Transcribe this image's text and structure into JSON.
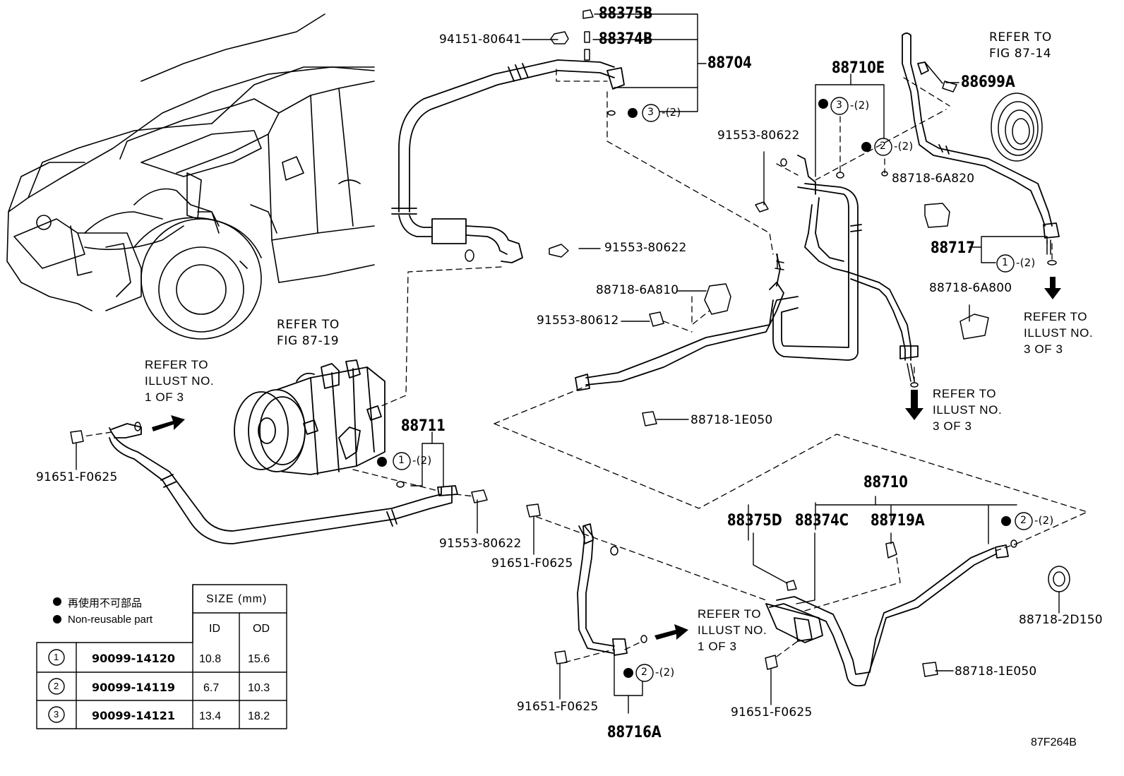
{
  "parts": {
    "p88375B": "88375B",
    "p94151": "94151-80641",
    "p88374B": "88374B",
    "p88704": "88704",
    "circle3_a": "3",
    "qty_a": "-(2)",
    "p88710E": "88710E",
    "circle3_b": "3",
    "qty_b": "-(2)",
    "circle2_b": "2",
    "qty_c": "-(2)",
    "p91553_80622_top": "91553-80622",
    "p88699A": "88699A",
    "p88718_6A820": "88718-6A820",
    "p88717": "88717",
    "circle1_c": "1",
    "qty_d": "-(2)",
    "p91553_80622_mid": "91553-80622",
    "p88718_6A810": "88718-6A810",
    "p91553_80612": "91553-80612",
    "p88718_6A800": "88718-6A800",
    "p88711": "88711",
    "circle1_a": "1",
    "qty_e": "-(2)",
    "p91651_left": "91651-F0625",
    "p91553_80622_low": "91553-80622",
    "p91651_mid": "91651-F0625",
    "p88718_1E050_mid": "88718-1E050",
    "p88710": "88710",
    "p88375D": "88375D",
    "p88374C": "88374C",
    "p88719A": "88719A",
    "circle2_d": "2",
    "qty_f": "-(2)",
    "p88718_2D150": "88718-2D150",
    "p88718_1E050_low": "88718-1E050",
    "circle2_e": "2",
    "qty_g": "-(2)",
    "p88716A": "88716A",
    "p91651_bot1": "91651-F0625",
    "p91651_bot2": "91651-F0625"
  },
  "refs": {
    "fig87_14": "REFER TO\nFIG 87-14",
    "fig87_19": "REFER TO\nFIG 87-19",
    "illust1_left": "REFER TO\nILLUST NO.\n1 OF 3",
    "illust3_right": "REFER TO\nILLUST NO.\n3 OF 3",
    "illust3_mid": "REFER TO\nILLUST NO.\n3 OF 3",
    "illust1_bottom": "REFER TO\nILLUST NO.\n1 OF 3"
  },
  "legend": {
    "jp": "再使用不可部品",
    "en": "Non-reusable part"
  },
  "size_table": {
    "header": "SIZE (mm)",
    "col_id": "ID",
    "col_od": "OD",
    "rows": [
      {
        "mark": "1",
        "part": "90099-14120",
        "id": "10.8",
        "od": "15.6"
      },
      {
        "mark": "2",
        "part": "90099-14119",
        "id": "6.7",
        "od": "10.3"
      },
      {
        "mark": "3",
        "part": "90099-14121",
        "id": "13.4",
        "od": "18.2"
      }
    ]
  },
  "figure_code": "87F264B"
}
